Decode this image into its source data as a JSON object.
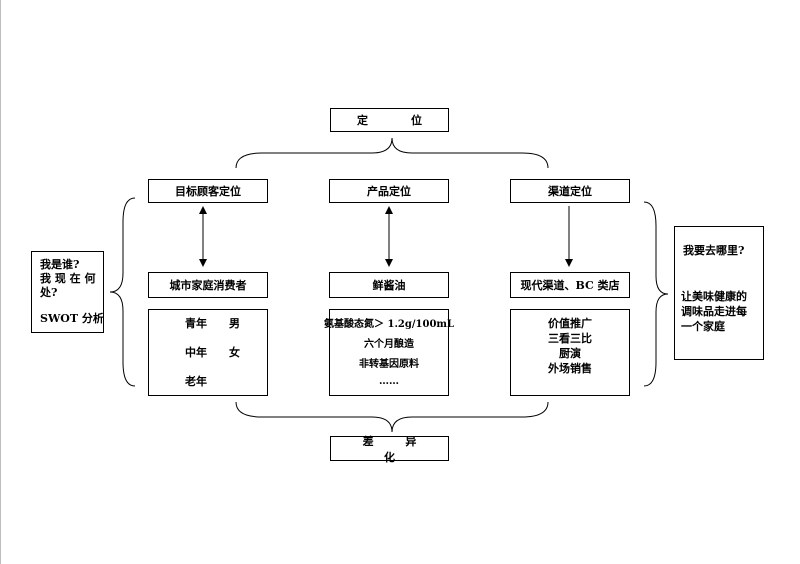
{
  "top": {
    "label": "定　位"
  },
  "bottom": {
    "label": "差 异 化"
  },
  "columns": [
    {
      "header": "目标顾客定位",
      "middle": "城市家庭消费者",
      "items": [
        "青年　　男",
        "中年　　女",
        "老年"
      ]
    },
    {
      "header": "产品定位",
      "middle": "鲜酱油",
      "items": [
        "氨基酸态氮＞ 1.2g/100mL",
        "六个月酿造",
        "非转基因原料",
        "……"
      ]
    },
    {
      "header": "渠道定位",
      "middle": "现代渠道、BC 类店",
      "items": [
        "价值推广",
        "三看三比",
        "厨演",
        "外场销售"
      ]
    }
  ],
  "left_panel": {
    "lines": [
      "我是谁?",
      "我 现 在 何",
      "处?",
      "SWOT 分析"
    ]
  },
  "right_panel": {
    "question": "我要去哪里?",
    "answer_lines": [
      "让美味健康的",
      "调味品走进每",
      "一个家庭"
    ]
  }
}
